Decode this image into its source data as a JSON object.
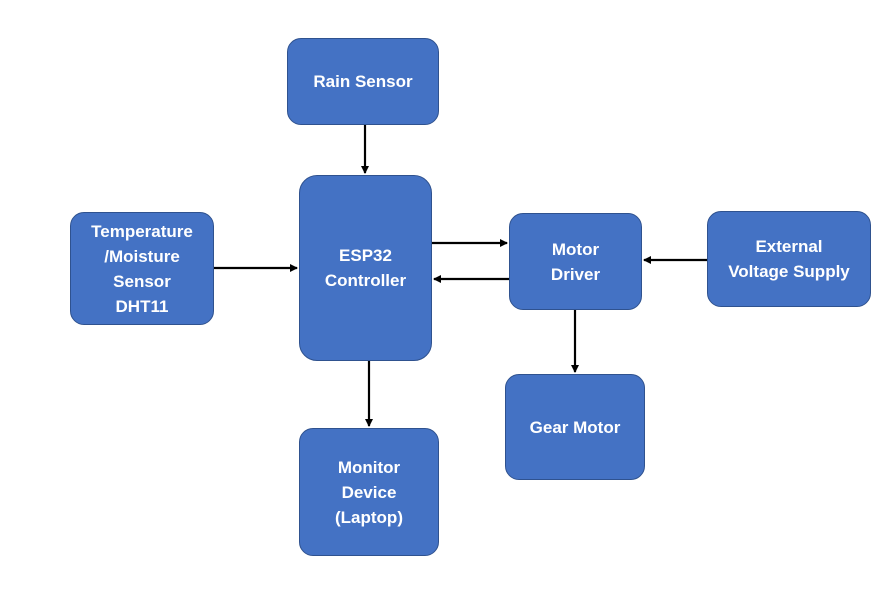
{
  "diagram": {
    "nodes": {
      "rain_sensor": "Rain Sensor",
      "temp_sensor": "Temperature\n/Moisture\nSensor\nDHT11",
      "esp32": "ESP32\nController",
      "motor_driver": "Motor\nDriver",
      "external_supply": "External\nVoltage Supply",
      "gear_motor": "Gear Motor",
      "monitor_device": "Monitor\nDevice\n(Laptop)"
    },
    "edges": [
      {
        "from": "Rain Sensor",
        "to": "ESP32 Controller"
      },
      {
        "from": "Temperature /Moisture Sensor DHT11",
        "to": "ESP32 Controller"
      },
      {
        "from": "ESP32 Controller",
        "to": "Motor Driver"
      },
      {
        "from": "Motor Driver",
        "to": "ESP32 Controller"
      },
      {
        "from": "External Voltage Supply",
        "to": "Motor Driver"
      },
      {
        "from": "Motor Driver",
        "to": "Gear Motor"
      },
      {
        "from": "ESP32 Controller",
        "to": "Monitor Device (Laptop)"
      }
    ],
    "colors": {
      "box_fill": "#4472c4",
      "box_border": "#2f528f",
      "box_text": "#ffffff",
      "arrow": "#000000"
    }
  }
}
